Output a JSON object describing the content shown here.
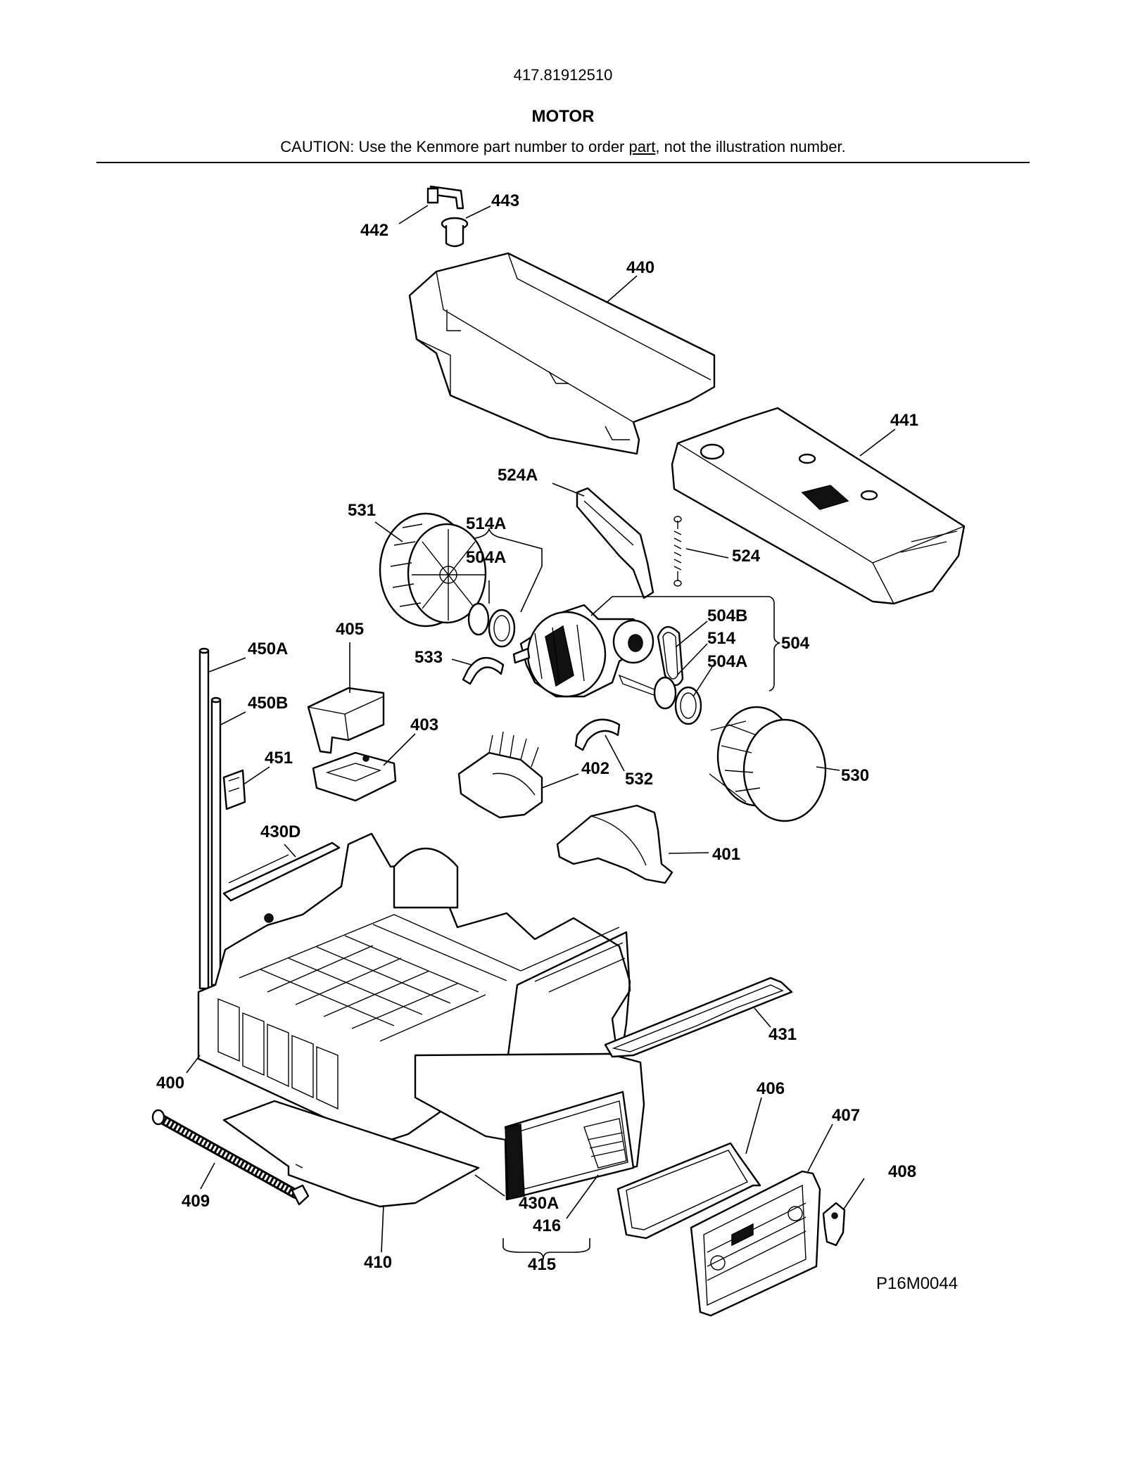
{
  "header": {
    "model_number": "417.81912510",
    "section_title": "MOTOR",
    "caution_prefix": "CAUTION: Use the Kenmore part number to order ",
    "caution_underlined": "part",
    "caution_suffix": ", not the illustration number."
  },
  "callouts": {
    "c442": "442",
    "c443": "443",
    "c440": "440",
    "c441": "441",
    "c524A": "524A",
    "c531": "531",
    "c514A": "514A",
    "c504A_top": "504A",
    "c524": "524",
    "c405": "405",
    "c450A": "450A",
    "c450B": "450B",
    "c533": "533",
    "c504B": "504B",
    "c514": "514",
    "c504A_right": "504A",
    "c504": "504",
    "c403": "403",
    "c451": "451",
    "c402": "402",
    "c532": "532",
    "c530": "530",
    "c430D": "430D",
    "c401": "401",
    "c431": "431",
    "c400": "400",
    "c406": "406",
    "c407": "407",
    "c408": "408",
    "c409": "409",
    "c430A": "430A",
    "c416": "416",
    "c410": "410",
    "c415": "415"
  },
  "diagram_id": "P16M0044"
}
